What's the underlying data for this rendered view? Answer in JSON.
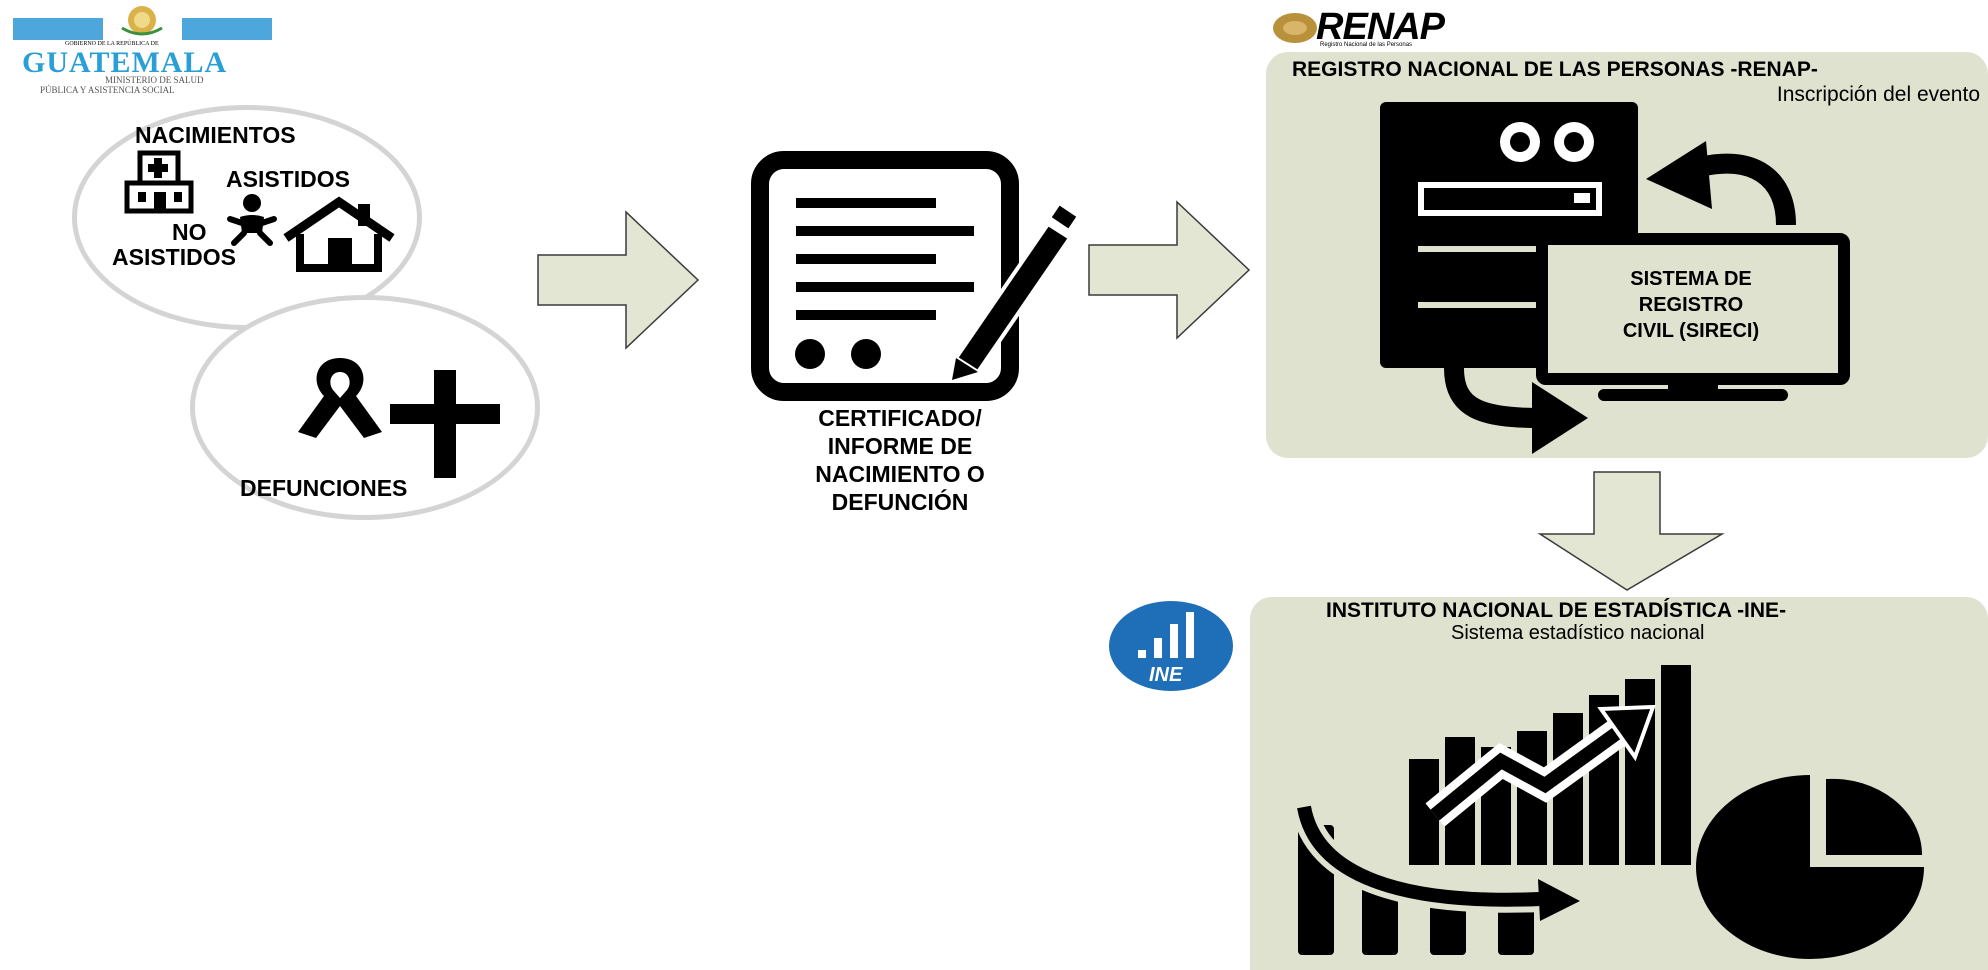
{
  "gov_logo": {
    "pre_title": "GOBIERNO DE LA REPÚBLICA DE",
    "title": "GUATEMALA",
    "ministry_line1": "MINISTERIO DE SALUD",
    "ministry_line2": "PÚBLICA Y ASISTENCIA SOCIAL"
  },
  "events": {
    "births_title": "NACIMIENTOS",
    "assisted": "ASISTIDOS",
    "not_assisted_line1": "NO",
    "not_assisted_line2": "ASISTIDOS",
    "deaths": "DEFUNCIONES"
  },
  "certificate": {
    "lines": [
      "CERTIFICADO/",
      "INFORME DE",
      "NACIMIENTO O",
      "DEFUNCIÓN"
    ]
  },
  "renap": {
    "logo_text": "RENAP",
    "logo_tagline": "Registro Nacional de las Personas",
    "panel_title": "REGISTRO NACIONAL DE LAS PERSONAS -RENAP-",
    "panel_subtitle": "Inscripción del evento",
    "system_lines": [
      "SISTEMA DE",
      "REGISTRO",
      "CIVIL (SIRECI)"
    ]
  },
  "ine": {
    "logo_text": "INE",
    "panel_title": "INSTITUTO NACIONAL DE ESTADÍSTICA -INE-",
    "panel_subtitle": "Sistema estadístico nacional"
  },
  "colors": {
    "panel_bg": "#dfe2cf",
    "arrow_fill": "#e3e6d3",
    "arrow_stroke": "#3a3a3a",
    "circle_stroke": "#d4d4d4",
    "ine_blue": "#1f6fb8",
    "renap_gold": "#b8913a",
    "guatemala_blue": "#2a9fd6"
  }
}
